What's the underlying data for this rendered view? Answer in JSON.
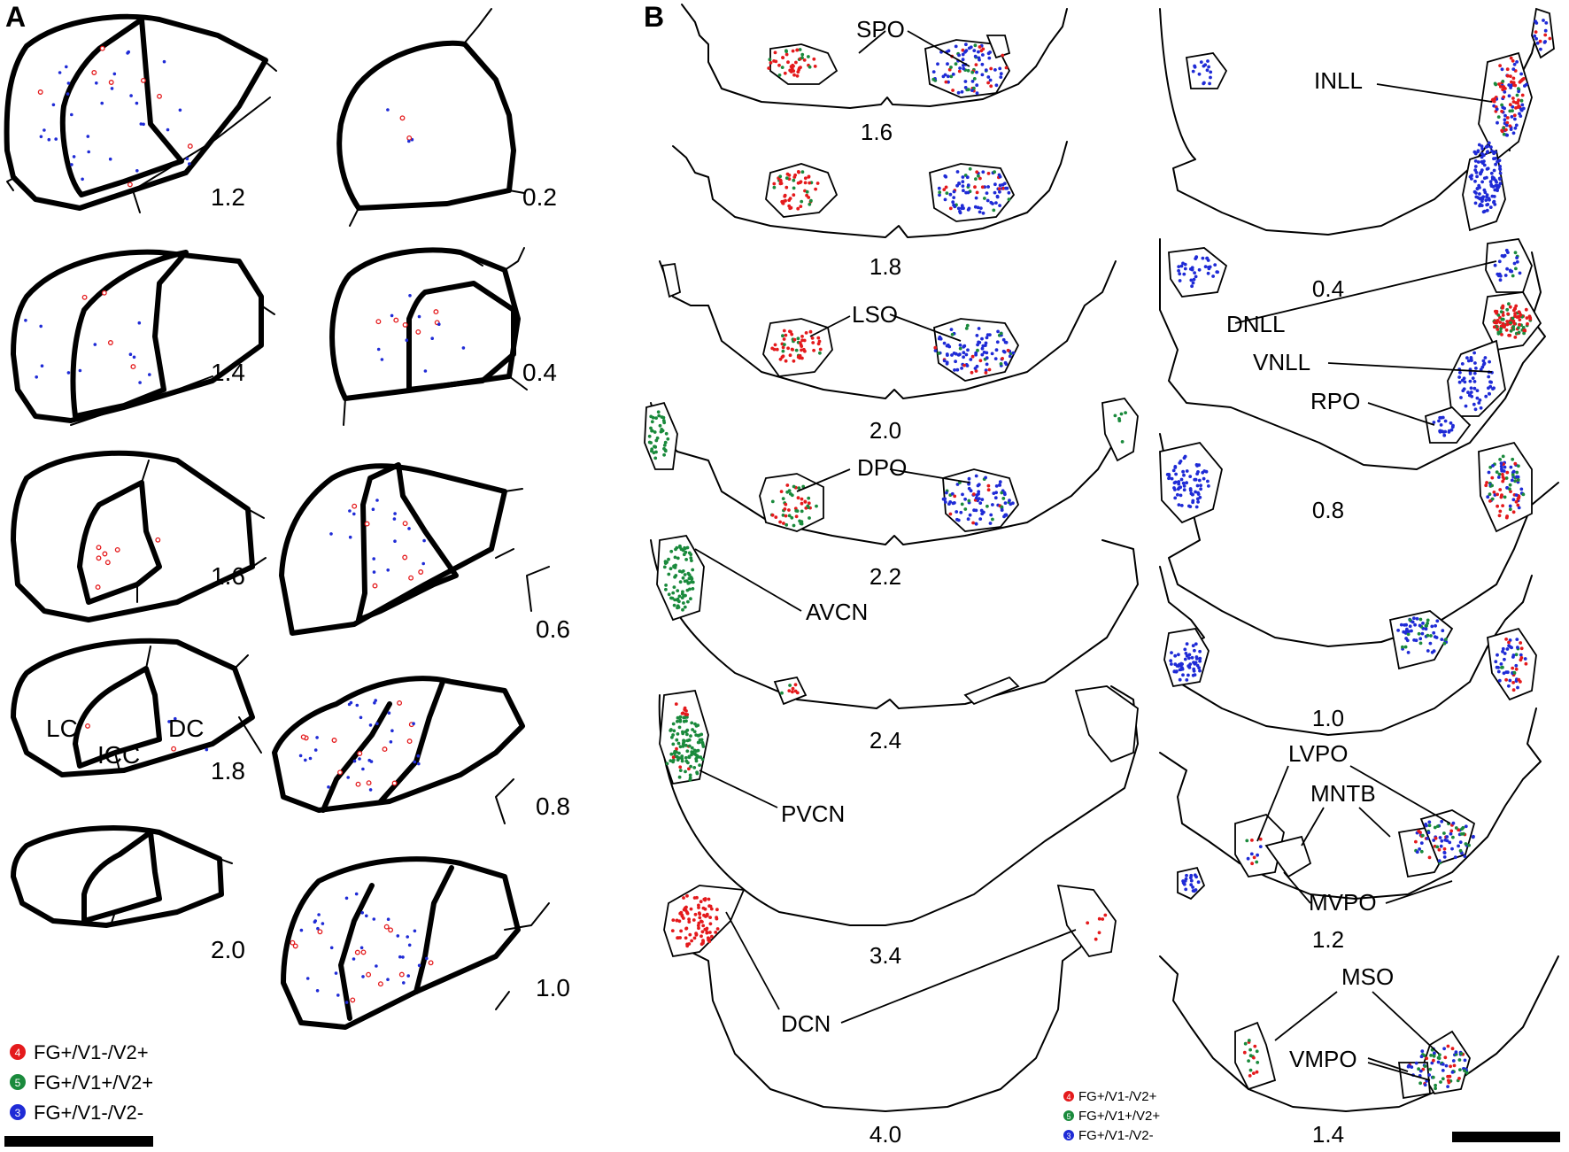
{
  "panels": {
    "a": "A",
    "b": "B"
  },
  "colors": {
    "red": "#e41a1c",
    "green": "#1a8a3c",
    "blue": "#1f2bd6"
  },
  "panel_a": {
    "levels": [
      "1.2",
      "0.2",
      "1.4",
      "0.4",
      "1.6",
      "0.6",
      "1.8",
      "0.8",
      "2.0",
      "1.0"
    ],
    "regions": {
      "lc": "LC",
      "icc": "ICC",
      "dc": "DC"
    },
    "legend": [
      {
        "num": "4",
        "label": "FG+/V1-/V2+",
        "color": "red"
      },
      {
        "num": "5",
        "label": "FG+/V1+/V2+",
        "color": "green"
      },
      {
        "num": "3",
        "label": "FG+/V1-/V2-",
        "color": "blue"
      }
    ]
  },
  "panel_b": {
    "levels": [
      "1.6",
      "1.8",
      "2.0",
      "2.2",
      "2.4",
      "3.4",
      "4.0",
      "0.4",
      "0.8",
      "1.0",
      "1.2",
      "1.4"
    ],
    "nuclei": {
      "spo": "SPO",
      "lso": "LSO",
      "dpo": "DPO",
      "avcn": "AVCN",
      "pvcn": "PVCN",
      "dcn": "DCN",
      "inll": "INLL",
      "dnll": "DNLL",
      "vnll": "VNLL",
      "rpo": "RPO",
      "lvpo": "LVPO",
      "mntb": "MNTB",
      "mvpo": "MVPO",
      "mso": "MSO",
      "vmpo": "VMPO"
    },
    "legend": [
      {
        "num": "4",
        "label": "FG+/V1-/V2+",
        "color": "red"
      },
      {
        "num": "5",
        "label": "FG+/V1+/V2+",
        "color": "green"
      },
      {
        "num": "3",
        "label": "FG+/V1-/V2-",
        "color": "blue"
      }
    ]
  }
}
